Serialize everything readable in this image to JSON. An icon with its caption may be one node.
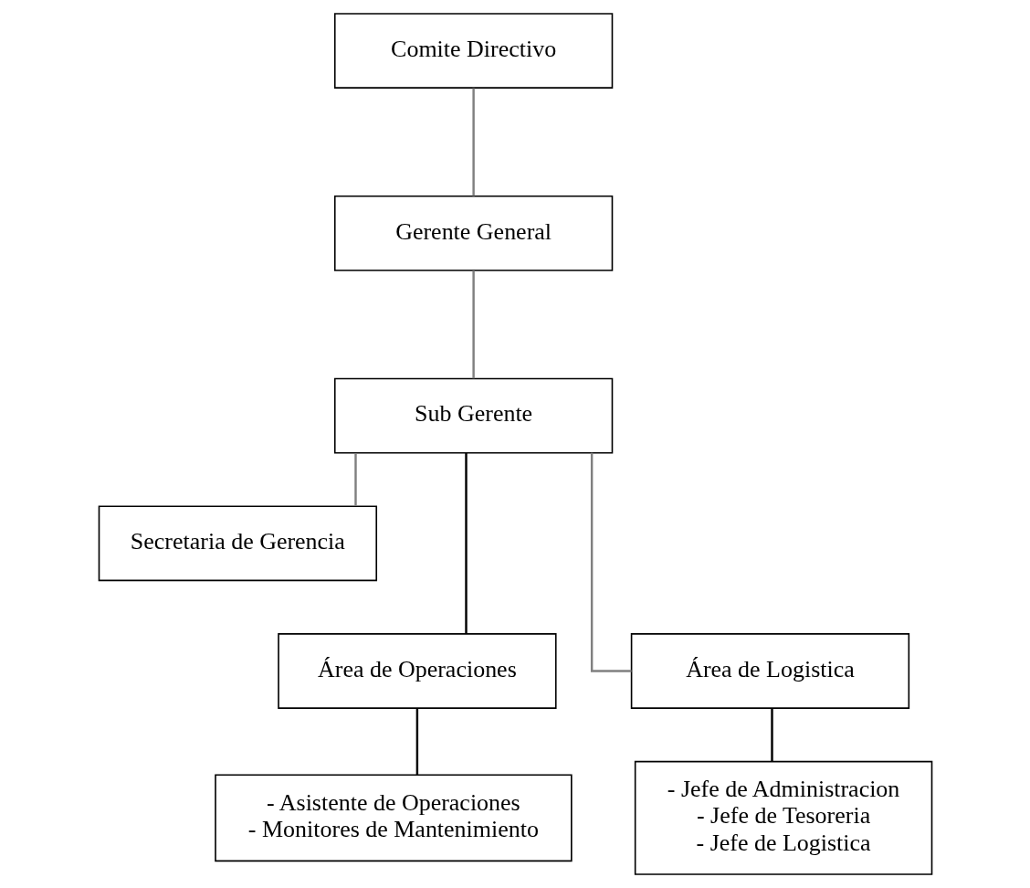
{
  "diagram": {
    "nodes": [
      {
        "text": [
          "Comite Directivo"
        ]
      },
      {
        "text": [
          "Gerente General"
        ]
      },
      {
        "text": [
          "Sub Gerente"
        ]
      },
      {
        "text": [
          "Secretaria de Gerencia"
        ]
      },
      {
        "text": [
          "Área de Operaciones"
        ]
      },
      {
        "text": [
          "Área de Logistica"
        ]
      },
      {
        "text": [
          "- Asistente de Operaciones",
          "- Monitores de Mantenimiento"
        ]
      },
      {
        "text": [
          "- Jefe de Administracion",
          "- Jefe de Tesoreria",
          "- Jefe de Logistica"
        ]
      }
    ],
    "edges": [
      {
        "from": 0,
        "to": 1,
        "arrow": "none"
      },
      {
        "from": 1,
        "to": 2,
        "arrow": "none"
      },
      {
        "from": 2,
        "to": 3,
        "arrow": "none"
      },
      {
        "from": 2,
        "to": 4,
        "arrow": "none",
        "color": "#000000"
      },
      {
        "from": 2,
        "to": 5,
        "arrow": "none"
      },
      {
        "from": 4,
        "to": 6,
        "arrow": "none",
        "color": "#000000"
      },
      {
        "from": 5,
        "to": 7,
        "arrow": "none",
        "color": "#000000"
      }
    ]
  }
}
